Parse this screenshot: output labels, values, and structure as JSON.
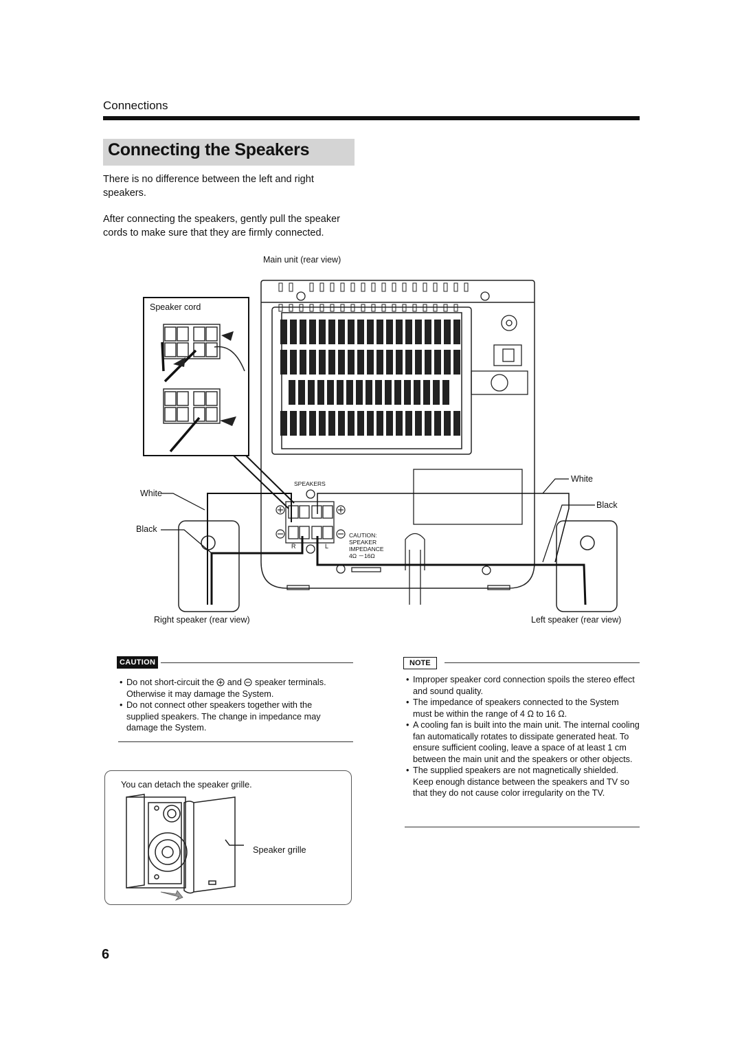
{
  "header": {
    "section": "Connections",
    "title": "Connecting the Speakers"
  },
  "intro": {
    "p1": "There is no difference between the left and right speakers.",
    "p2": "After connecting the speakers, gently pull the speaker cords to make sure that they are firmly connected."
  },
  "figure": {
    "main_unit_label": "Main unit (rear view)",
    "speaker_cord_label": "Speaker cord",
    "white_left": "White",
    "black_left": "Black",
    "white_right": "White",
    "black_right": "Black",
    "speakers_panel": "SPEAKERS",
    "r_label": "R",
    "l_label": "L",
    "caution_panel_lines": [
      "CAUTION:",
      "SPEAKER",
      "IMPEDANCE",
      "4Ω －16Ω"
    ],
    "right_speaker_label": "Right speaker (rear view)",
    "left_speaker_label": "Left speaker (rear view)"
  },
  "caution": {
    "badge": "CAUTION",
    "item1_pre": "Do not short-circuit the",
    "item1_mid": "and",
    "item1_post": "speaker terminals. Otherwise it may damage the System.",
    "item2": "Do not connect other speakers together with the supplied speakers. The change in impedance may damage the System."
  },
  "grille": {
    "caption": "You can detach the speaker grille.",
    "label": "Speaker grille"
  },
  "note": {
    "badge": "NOTE",
    "items": [
      "Improper speaker cord connection spoils the stereo effect and sound quality.",
      "The impedance of speakers connected to the System must be within the range of 4 Ω to 16 Ω.",
      "A cooling fan is built into the main unit. The internal cooling fan automatically rotates to dissipate generated heat. To ensure sufficient cooling, leave a space of at least 1 cm between the main unit and the speakers or other objects.",
      "The supplied speakers are not magnetically shielded. Keep enough distance between the speakers and TV so that they do not cause color irregularity on the TV."
    ]
  },
  "page_number": "6",
  "icons": {
    "plus_terminal": "plus-circle-icon",
    "minus_terminal": "minus-circle-icon"
  }
}
